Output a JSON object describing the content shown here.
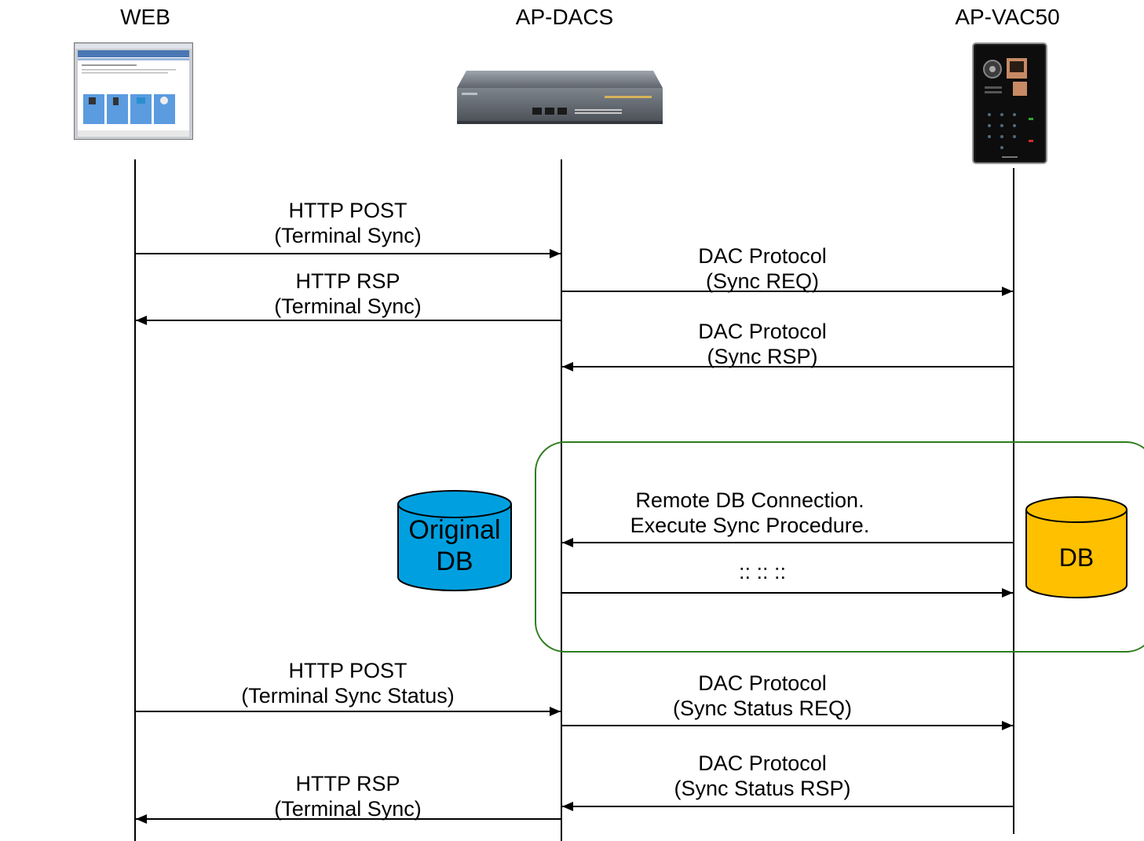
{
  "actors": [
    {
      "id": "web",
      "name": "WEB",
      "icon": "browser-window-icon"
    },
    {
      "id": "dacs",
      "name": "AP-DACS",
      "icon": "network-server-appliance-icon"
    },
    {
      "id": "vac50",
      "name": "AP-VAC50",
      "icon": "access-control-terminal-icon"
    }
  ],
  "messages": [
    {
      "line1": "HTTP POST",
      "line2": "(Terminal Sync)",
      "from": "WEB",
      "to": "AP-DACS"
    },
    {
      "line1": "HTTP RSP",
      "line2": "(Terminal Sync)",
      "from": "AP-DACS",
      "to": "WEB"
    },
    {
      "line1": "DAC Protocol",
      "line2": "(Sync REQ)",
      "from": "AP-DACS",
      "to": "AP-VAC50"
    },
    {
      "line1": "DAC Protocol",
      "line2": "(Sync RSP)",
      "from": "AP-VAC50",
      "to": "AP-DACS"
    },
    {
      "line1": "Remote DB Connection.",
      "line2": "Execute Sync Procedure.",
      "from": "AP-VAC50",
      "to": "AP-DACS"
    },
    {
      "line1": ":: :: ::",
      "line2": "",
      "from": "AP-DACS",
      "to": "AP-VAC50"
    },
    {
      "line1": "HTTP POST",
      "line2": "(Terminal Sync Status)",
      "from": "WEB",
      "to": "AP-DACS"
    },
    {
      "line1": "DAC Protocol",
      "line2": "(Sync Status REQ)",
      "from": "AP-DACS",
      "to": "AP-VAC50"
    },
    {
      "line1": "DAC Protocol",
      "line2": "(Sync Status RSP)",
      "from": "AP-VAC50",
      "to": "AP-DACS"
    },
    {
      "line1": "HTTP RSP",
      "line2": "(Terminal Sync)",
      "from": "AP-DACS",
      "to": "WEB"
    }
  ],
  "databases": [
    {
      "line1": "Original",
      "line2": "DB",
      "color": "#00a0e0"
    },
    {
      "line1": "DB",
      "line2": "",
      "color": "#ffc000"
    }
  ],
  "colors": {
    "line": "#000000",
    "sync_group_border": "#2e7d1e"
  }
}
